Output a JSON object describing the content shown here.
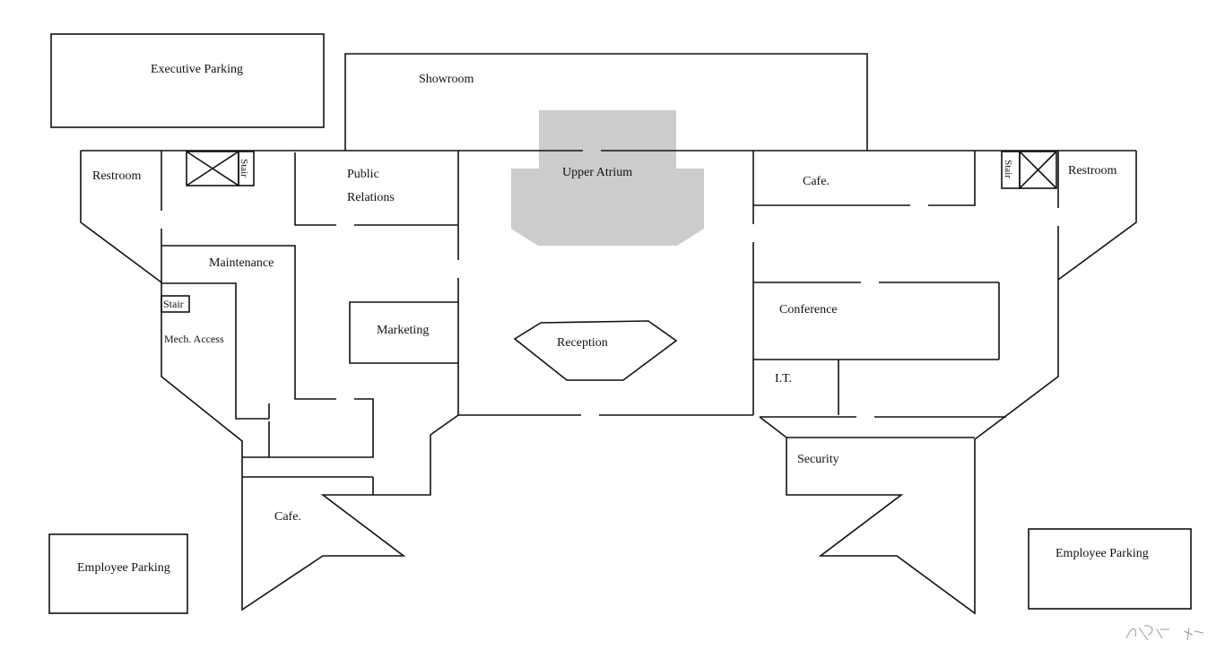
{
  "colors": {
    "line": "#111111",
    "atrium_fill": "#cccccc",
    "background": "#ffffff"
  },
  "rooms": {
    "executive_parking": "Executive Parking",
    "showroom": "Showroom",
    "restroom_left": "Restroom",
    "stair_top_left": "Stair",
    "public_relations_1": "Public",
    "public_relations_2": "Relations",
    "upper_atrium": "Upper Atrium",
    "cafe_top_right": "Cafe.",
    "stair_top_right": "Stair",
    "restroom_right": "Restroom",
    "maintenance": "Maintenance",
    "stair_left": "Stair",
    "mech_access": "Mech. Access",
    "marketing": "Marketing",
    "reception": "Reception",
    "conference": "Conference",
    "it": "I.T.",
    "security": "Security",
    "cafe_bottom_left": "Cafe.",
    "employee_parking_left": "Employee Parking",
    "employee_parking_right": "Employee Parking"
  }
}
